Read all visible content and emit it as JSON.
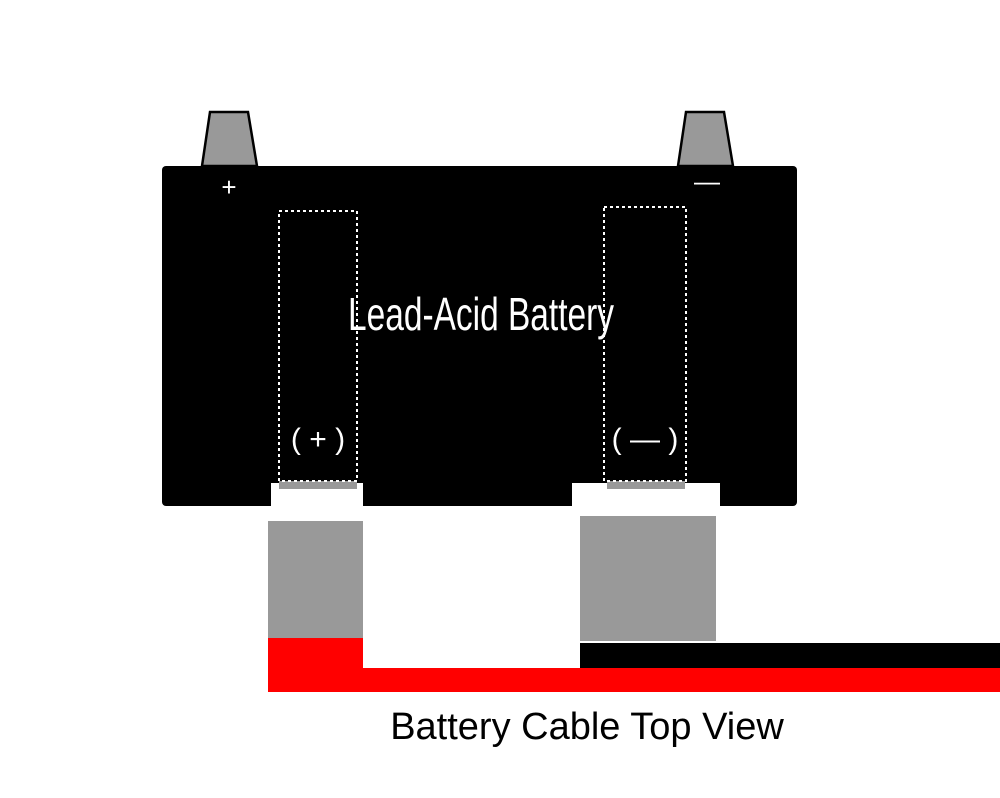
{
  "battery": {
    "title": "Lead-Acid Battery",
    "terminal_positive_symbol": "+",
    "terminal_negative_symbol": "—",
    "positive_label": "( + )",
    "negative_label": "( — )"
  },
  "caption": "Battery Cable Top View",
  "colors": {
    "battery_body": "#000000",
    "terminal_post": "#999999",
    "connector": "#999999",
    "positive_cable": "#ff0000",
    "negative_cable": "#000000"
  },
  "icons": {
    "positive": "plus-symbol",
    "negative": "minus-symbol"
  }
}
